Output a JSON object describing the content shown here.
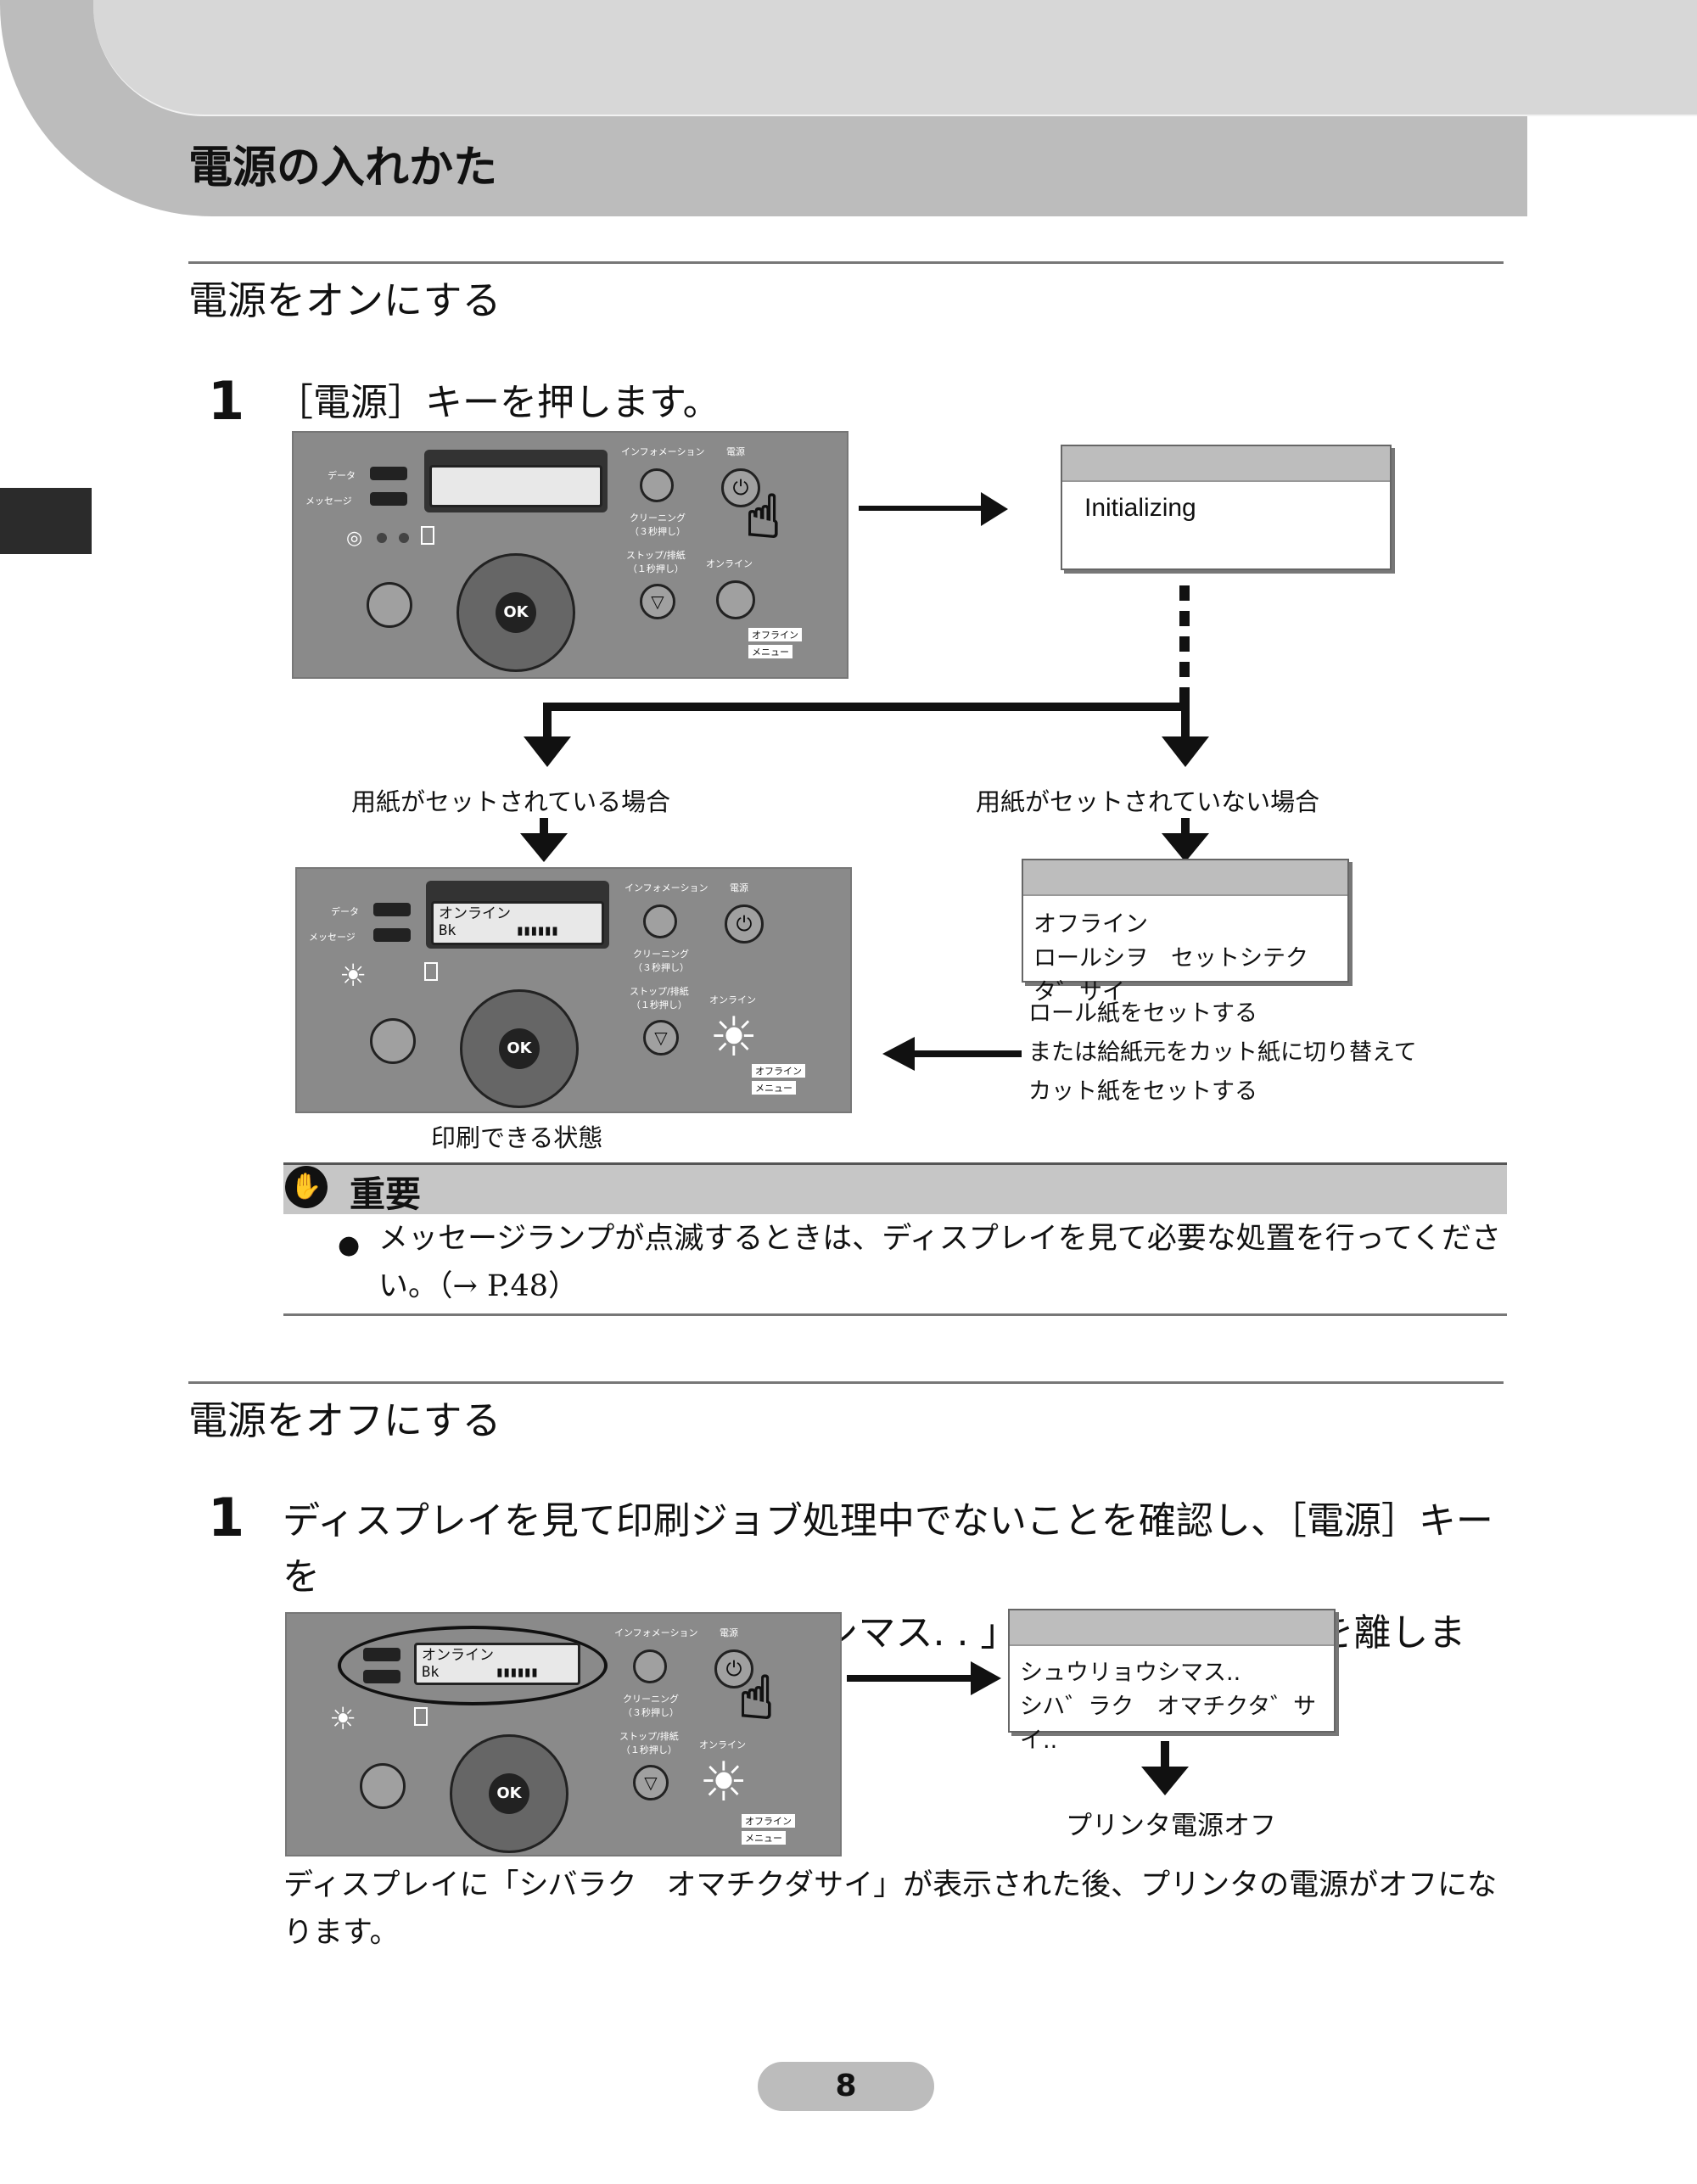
{
  "page": {
    "title": "電源の入れかた",
    "number": "8"
  },
  "section_on": {
    "title": "電源をオンにする",
    "step_number": "1",
    "step_text": "［電源］キーを押します。",
    "init_display": "Initializing",
    "branch_left": "用紙がセットされている場合",
    "branch_right": "用紙がセットされていない場合",
    "offline_display": [
      "オフライン",
      "ロールシヲ　セットシテクタ゛サイ"
    ],
    "instruction": [
      "ロール紙をセットする",
      "または給紙元をカット紙に切り替えて",
      "カット紙をセットする"
    ],
    "ready_caption": "印刷できる状態",
    "ready_lcd": [
      "オンライン",
      "Bk"
    ]
  },
  "panel_labels": {
    "data": "データ",
    "message": "メッセージ",
    "information": "インフォメーション",
    "power": "電源",
    "cleaning": [
      "クリーニング",
      "（３秒押し）"
    ],
    "stop": [
      "ストップ/排紙",
      "（１秒押し）"
    ],
    "online": "オンライン",
    "offline_tag": "オフライン",
    "menu_tag": "メニュー",
    "ok": "OK"
  },
  "important": {
    "title": "重要",
    "bullet": "●",
    "text": "メッセージランプが点滅するときは、ディスプレイを見て必要な処置を行ってください。（→ P.48）"
  },
  "section_off": {
    "title": "電源をオフにする",
    "step_number": "1",
    "step_text": [
      "ディスプレイを見て印刷ジョブ処理中でないことを確認し、［電源］キーを",
      "１秒以上押して、「シュウリョウシマス. . 」が表示されたら指を離します。"
    ],
    "lcd": [
      "オンライン",
      "Bk"
    ],
    "display": [
      "シュウリョウシマス..",
      "シハ゛ラク　オマチクタ゛サイ.."
    ],
    "result": "プリンタ電源オフ",
    "note": "ディスプレイに「シバラク　オマチクダサイ」が表示された後、プリンタの電源がオフになります。"
  },
  "colors": {
    "panel": "#8a8a8a",
    "title_band": "#bcbcbc",
    "important_band": "#c6c6c6"
  }
}
